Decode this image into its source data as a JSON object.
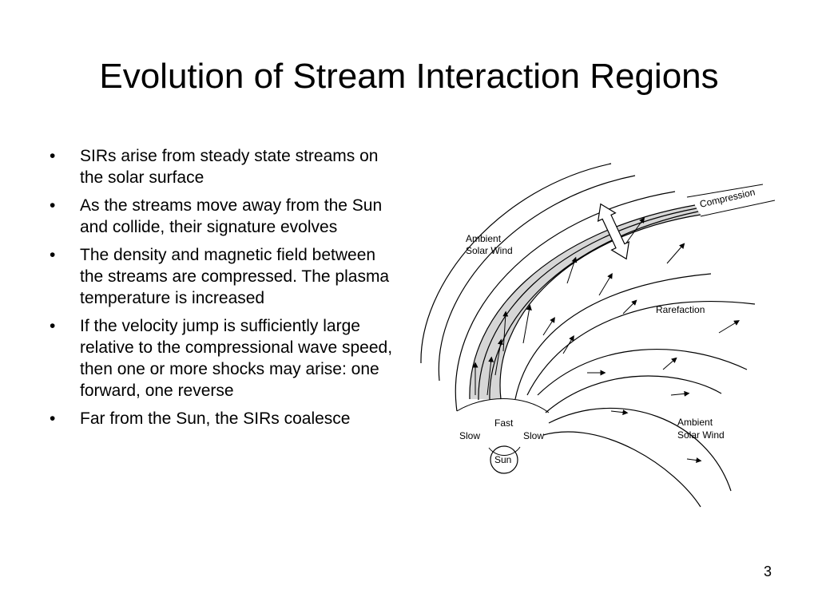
{
  "slide": {
    "title": "Evolution of Stream Interaction Regions",
    "page_number": "3"
  },
  "bullets": [
    {
      "text": "SIRs arise from steady state streams on the solar surface"
    },
    {
      "text": "As the streams move away from the Sun and collide, their signature evolves"
    },
    {
      "text": "The density and magnetic field between the streams are compressed. The plasma temperature is increased"
    },
    {
      "text": "If the velocity jump is sufficiently large relative to the compressional wave speed, then one or more shocks may arise: one forward, one reverse"
    },
    {
      "text": "Far from the Sun, the SIRs coalesce"
    }
  ],
  "diagram": {
    "labels": {
      "compression": "Compression",
      "ambient_top_1": "Ambient",
      "ambient_top_2": "Solar Wind",
      "rarefaction": "Rarefaction",
      "ambient_bottom_1": "Ambient",
      "ambient_bottom_2": "Solar Wind",
      "fast": "Fast",
      "slow_left": "Slow",
      "slow_right": "Slow",
      "sun": "Sun"
    }
  }
}
